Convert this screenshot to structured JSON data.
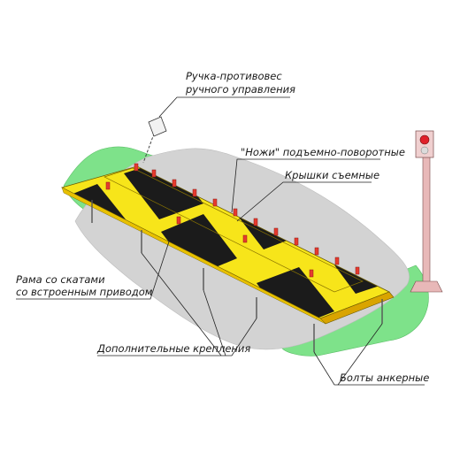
{
  "labels": {
    "manual_handle_line1": "Ручка-противовес",
    "manual_handle_line2": "ручного управления",
    "knives": "\"Ножи\" подъемно-поворотные",
    "covers": "Крышки съемные",
    "frame_line1": "Рама со скатами",
    "frame_line2": "со встроенным приводом",
    "extra_fasteners": "Дополнительные крепления",
    "anchor_bolts": "Болты анкерные"
  },
  "colors": {
    "ground_green": "#7ee28a",
    "pavement_gray": "#d3d3d3",
    "stripe_yellow": "#f7e51a",
    "stripe_black": "#1b1b1b",
    "knife_red": "#e63b2e",
    "traffic_light_red": "#e0202a",
    "pole_pink": "#e8b8b8"
  },
  "icons": {
    "traffic_light": "traffic-light-icon",
    "manual_handle": "counterweight-handle-icon"
  }
}
